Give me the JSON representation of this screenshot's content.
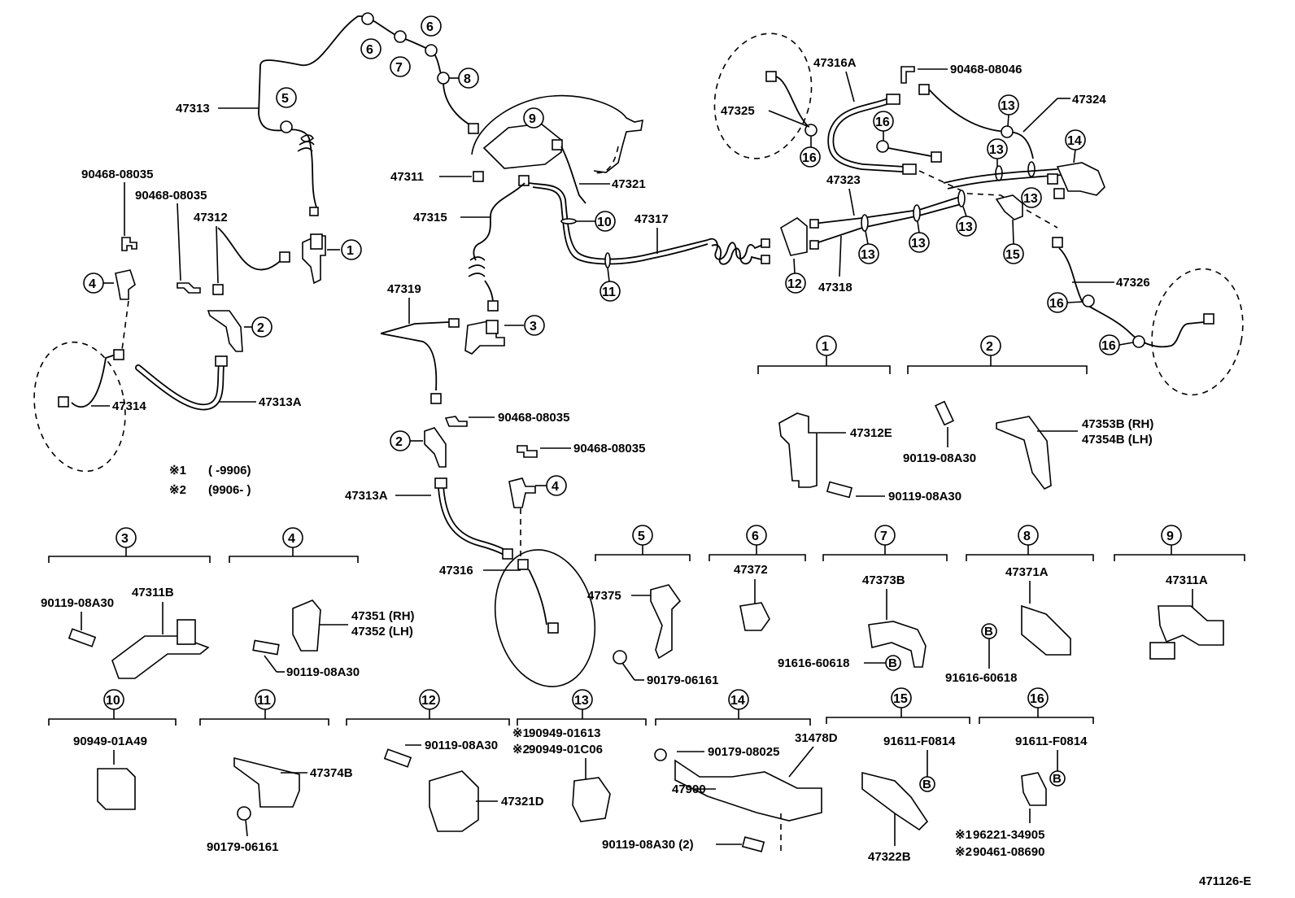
{
  "parts": {
    "p47313": "47313",
    "p47313A_top": "47313A",
    "p47313A_mid": "47313A",
    "p47314": "47314",
    "p47312": "47312",
    "p47311": "47311",
    "p47315": "47315",
    "p47321": "47321",
    "p47317": "47317",
    "p47319": "47319",
    "p47316": "47316",
    "p47316A": "47316A",
    "p47325": "47325",
    "p47323": "47323",
    "p47318": "47318",
    "p47324": "47324",
    "p47326": "47326",
    "p90468_08035_a": "90468-08035",
    "p90468_08035_b": "90468-08035",
    "p90468_08035_c": "90468-08035",
    "p90468_08035_d": "90468-08035",
    "p90468_08046": "90468-08046"
  },
  "callouts": [
    "1",
    "2",
    "3",
    "4",
    "5",
    "6",
    "7",
    "8",
    "9",
    "10",
    "11",
    "12",
    "13",
    "14",
    "15",
    "16"
  ],
  "notes": {
    "n1_mark": "※1",
    "n1_text": "(      -9906)",
    "n2_mark": "※2",
    "n2_text": "(9906-      )"
  },
  "groups": {
    "g1": {
      "num": "1",
      "part": "47312E",
      "bolt": "90119-08A30"
    },
    "g2": {
      "num": "2",
      "bolt": "90119-08A30",
      "part_rh": "47353B (RH)",
      "part_lh": "47354B (LH)"
    },
    "g3": {
      "num": "3",
      "part": "47311B",
      "bolt": "90119-08A30"
    },
    "g4": {
      "num": "4",
      "part_rh": "47351 (RH)",
      "part_lh": "47352 (LH)",
      "bolt": "90119-08A30"
    },
    "g5": {
      "num": "5",
      "part": "47375",
      "nut": "90179-06161"
    },
    "g6": {
      "num": "6",
      "part": "47372"
    },
    "g7": {
      "num": "7",
      "part": "47373B",
      "clip": "91616-60618",
      "ref": "B"
    },
    "g8": {
      "num": "8",
      "part": "47371A",
      "clip": "91616-60618",
      "ref": "B"
    },
    "g9": {
      "num": "9",
      "part": "47311A"
    },
    "g10": {
      "num": "10",
      "part": "90949-01A49"
    },
    "g11": {
      "num": "11",
      "part": "47374B",
      "nut": "90179-06161"
    },
    "g12": {
      "num": "12",
      "bolt": "90119-08A30",
      "part": "47321D"
    },
    "g13": {
      "num": "13",
      "m1": "※1",
      "p1": "90949-01613",
      "m2": "※2",
      "p2": "90949-01C06"
    },
    "g14": {
      "num": "14",
      "nut": "90179-08025",
      "part_a": "31478D",
      "part_b": "47900",
      "bolt": "90119-08A30 (2)"
    },
    "g15": {
      "num": "15",
      "clip": "91611-F0814",
      "ref": "B",
      "part": "47322B"
    },
    "g16": {
      "num": "16",
      "clip": "91611-F0814",
      "ref": "B",
      "m1": "※1",
      "p1": "96221-34905",
      "m2": "※2",
      "p2": "90461-08690"
    }
  },
  "figure_id": "471126-E"
}
